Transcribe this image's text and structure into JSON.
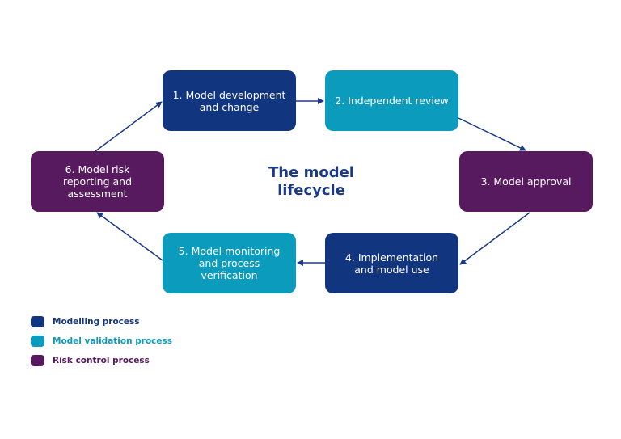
{
  "title": "The model\nlifecycle",
  "colors": {
    "modelling": "#123580",
    "validation": "#0b9cbd",
    "risk": "#571a5e",
    "arrow": "#1b3a86"
  },
  "steps": [
    {
      "label": "1.  Model development\nand change",
      "category": "modelling"
    },
    {
      "label": "2.  Independent review",
      "category": "validation"
    },
    {
      "label": "3.  Model approval",
      "category": "risk"
    },
    {
      "label": "4.   Implementation\nand model use",
      "category": "modelling"
    },
    {
      "label": "5.  Model monitoring\nand process\nverification",
      "category": "validation"
    },
    {
      "label": "6.     Model risk\nreporting and\nassessment",
      "category": "risk"
    }
  ],
  "legend": [
    {
      "label": "Modelling process",
      "category": "modelling"
    },
    {
      "label": "Model validation process",
      "category": "validation"
    },
    {
      "label": "Risk control process",
      "category": "risk"
    }
  ]
}
